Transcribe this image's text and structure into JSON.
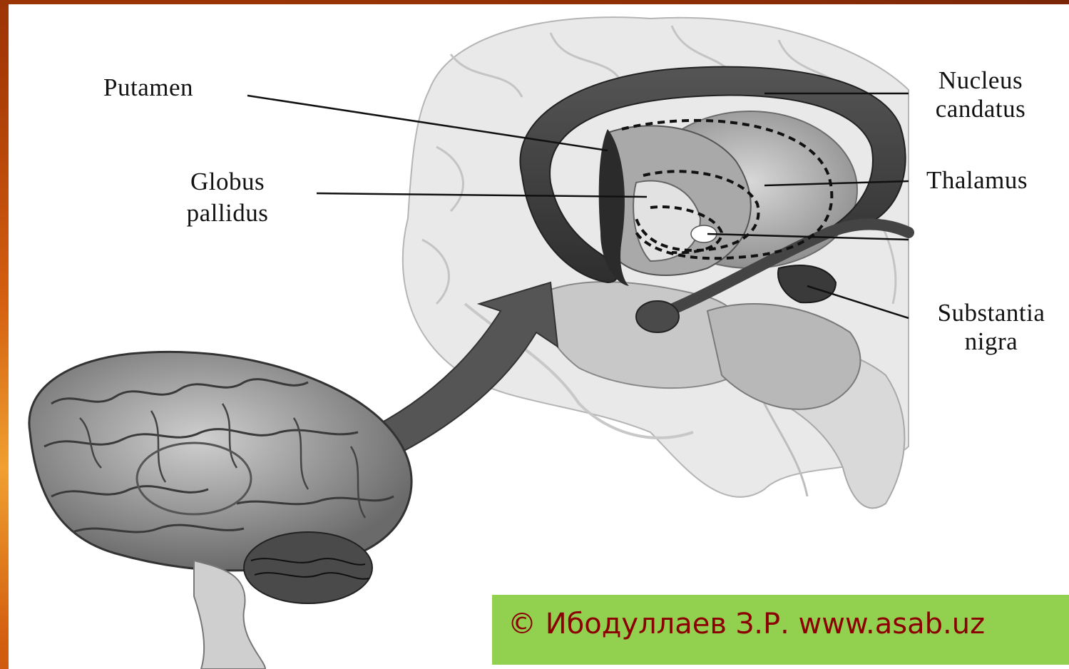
{
  "labels": {
    "putamen": "Putamen",
    "globus_line1": "Globus",
    "globus_line2": "pallidus",
    "nucleus_line1": "Nucleus",
    "nucleus_line2": "candatus",
    "thalamus": "Thalamus",
    "substantia_line1": "Substantia",
    "substantia_line2": "nigra"
  },
  "copyright": "© Ибодуллаев З.Р. www.asab.uz",
  "colors": {
    "frame": "#c2500a",
    "copyright_bg": "#92d050",
    "copyright_text": "#8b0000"
  }
}
